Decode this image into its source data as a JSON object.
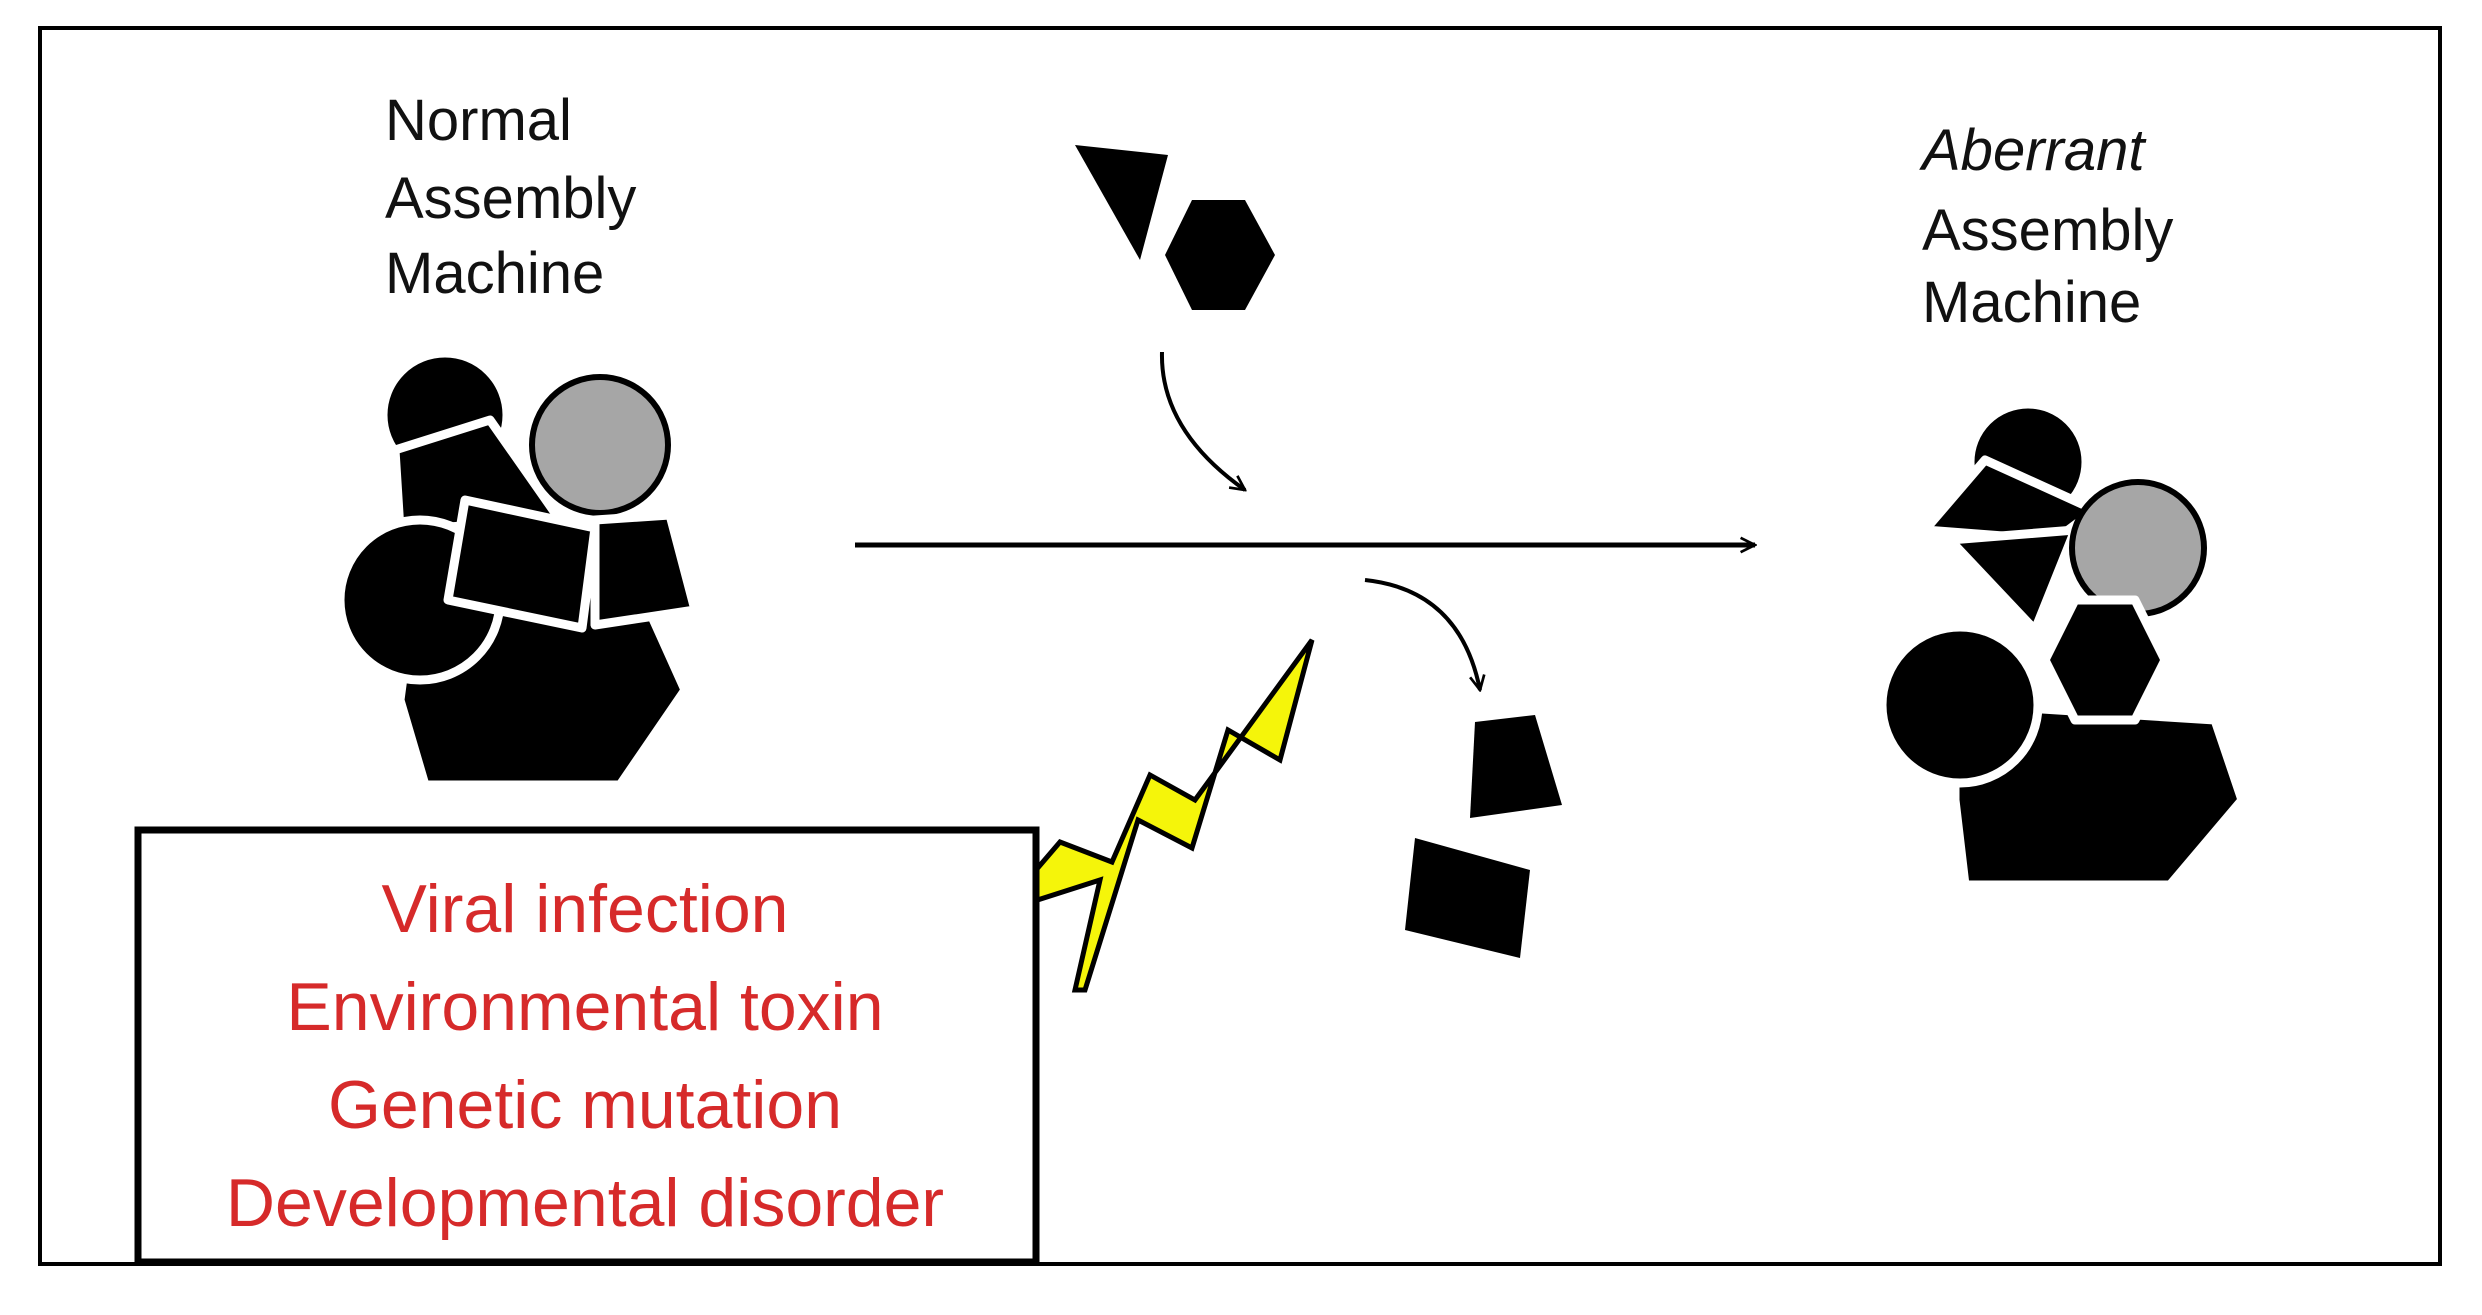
{
  "labels": {
    "normal": [
      "Normal",
      "Assembly",
      "Machine"
    ],
    "aberrant": [
      "Aberrant",
      "Assembly",
      "Machine"
    ]
  },
  "risk_factors": {
    "items": [
      "Viral infection",
      "Environmental toxin",
      "Genetic mutation",
      "Developmental disorder"
    ]
  },
  "colors": {
    "ink": "#000000",
    "subunit_gray": "#a6a6a6",
    "risk_text": "#d62a2a",
    "lightning_fill": "#f5f50a"
  }
}
